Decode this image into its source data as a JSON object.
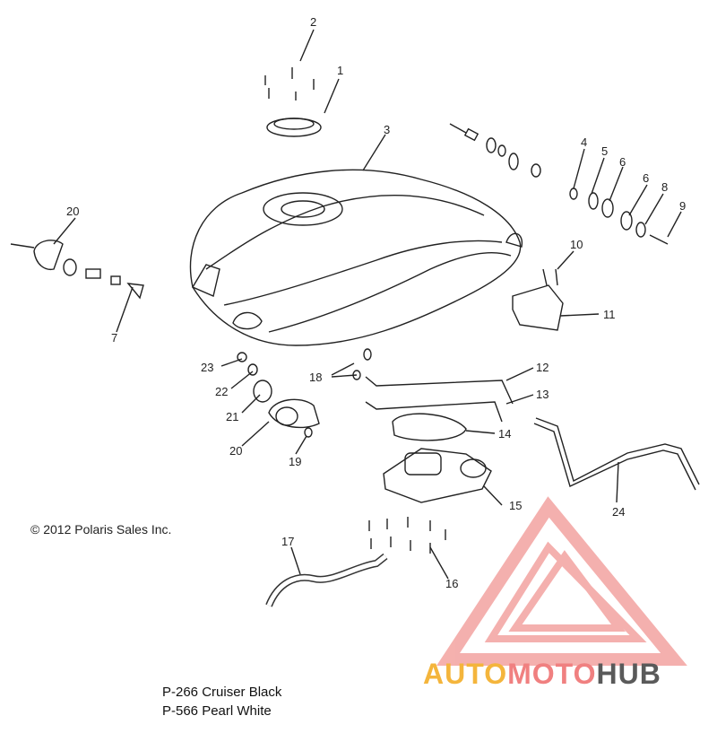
{
  "diagram": {
    "callouts": {
      "c1": "1",
      "c2": "2",
      "c3": "3",
      "c4": "4",
      "c5": "5",
      "c6a": "6",
      "c6b": "6",
      "c7": "7",
      "c8": "8",
      "c9": "9",
      "c10": "10",
      "c11": "11",
      "c12": "12",
      "c13": "13",
      "c14": "14",
      "c15": "15",
      "c16": "16",
      "c17": "17",
      "c18": "18",
      "c19": "19",
      "c20a": "20",
      "c20b": "20",
      "c21": "21",
      "c22": "22",
      "c23": "23",
      "c24": "24"
    },
    "copyright": "© 2012 Polaris Sales Inc.",
    "finishes": [
      "P-266 Cruiser Black",
      "P-566 Pearl White"
    ]
  },
  "watermark": {
    "part1": "AUTO",
    "part2": "MOTO",
    "part3": "HUB",
    "colors": {
      "accent": "#f4b53c",
      "red": "#f08080",
      "dark": "#5a5a5a"
    }
  }
}
